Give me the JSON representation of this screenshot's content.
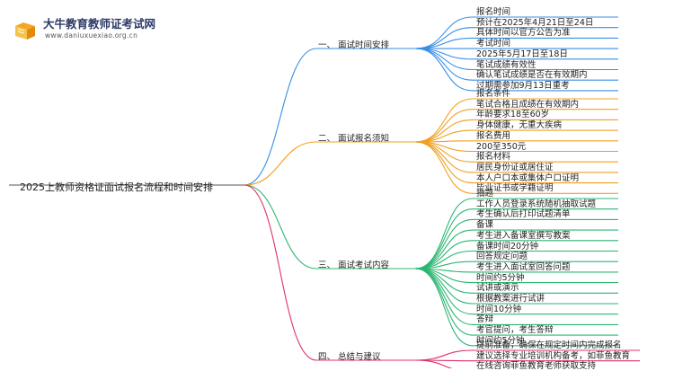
{
  "brand": {
    "title": "大牛教育教师证考试网",
    "url": "www.daniuxuexiao.org.cn",
    "icon": "book-icon"
  },
  "root": "2025上教师资格证面试报名流程和时间安排",
  "branches": [
    {
      "label": "一、 面试时间安排",
      "color": "#3a8ee6",
      "leaves": [
        "报名时间",
        "预计在2025年4月21日至24日",
        "具体时间以官方公告为准",
        "考试时间",
        "2025年5月17日至18日",
        "笔试成绩有效性",
        "确认笔试成绩是否在有效期内",
        "过期需参加9月13日重考"
      ]
    },
    {
      "label": "二、 面试报名须知",
      "color": "#f0a020",
      "leaves": [
        "报名条件",
        "笔试合格且成绩在有效期内",
        "年龄要求18至60岁",
        "身体健康，无重大疾病",
        "报名费用",
        "200至350元",
        "报名材料",
        "居民身份证或居住证",
        "本人户口本或集体户口证明",
        "毕业证书或学籍证明"
      ]
    },
    {
      "label": "三、 面试考试内容",
      "color": "#2bb673",
      "leaves": [
        "抽题",
        "工作人员登录系统随机抽取试题",
        "考生确认后打印试题清单",
        "备课",
        "考生进入备课室撰写教案",
        "备课时间20分钟",
        "回答规定问题",
        "考生进入面试室回答问题",
        "时间约5分钟",
        "试讲或演示",
        "根据教案进行试讲",
        "时间10分钟",
        "答辩",
        "考官提问，考生答辩",
        "时间约5分钟"
      ]
    },
    {
      "label": "四、 总结与建议",
      "color": "#e0306a",
      "leaves": [
        "提前准备，确保在规定时间内完成报名",
        "建议选择专业培训机构备考，如菲鱼教育",
        "在线咨询菲鱼教育老师获取支持"
      ]
    }
  ]
}
